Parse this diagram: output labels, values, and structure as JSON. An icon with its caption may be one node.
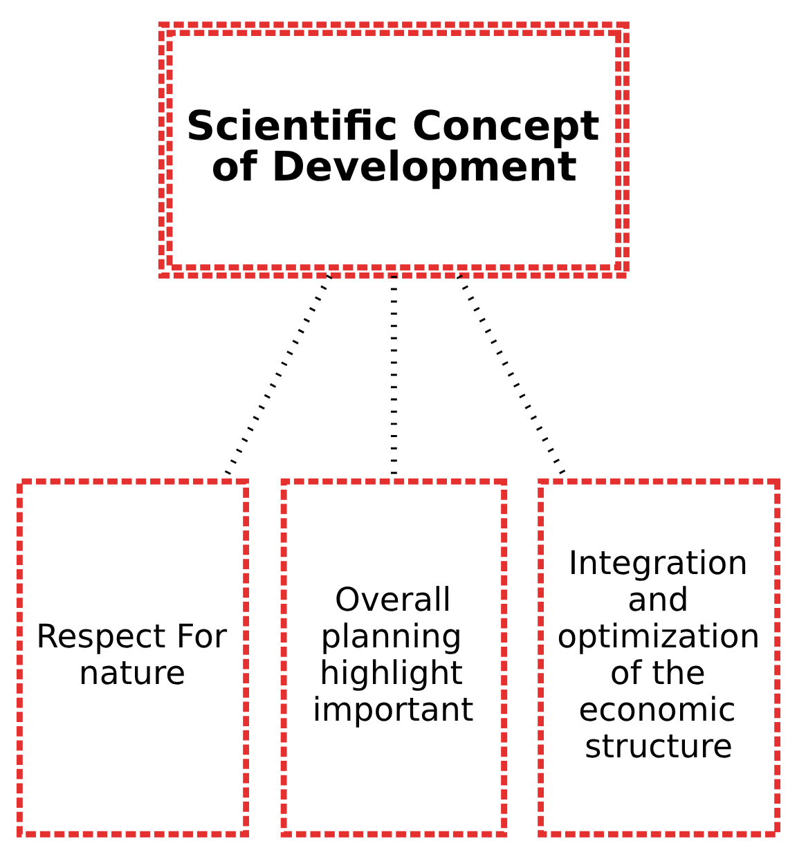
{
  "diagram": {
    "nodes": [
      {
        "text": [
          "Scientific Concept of Development"
        ]
      },
      {
        "text": [
          "Respect For nature"
        ]
      },
      {
        "text": [
          "Overall planning highlight important"
        ]
      },
      {
        "text": [
          "Integration and optimization of the economic structure"
        ]
      }
    ],
    "edges": [
      {
        "from": 0,
        "to": 1,
        "arrow": "none"
      },
      {
        "from": 0,
        "to": 2,
        "arrow": "none"
      },
      {
        "from": 0,
        "to": 3,
        "arrow": "none"
      }
    ]
  }
}
